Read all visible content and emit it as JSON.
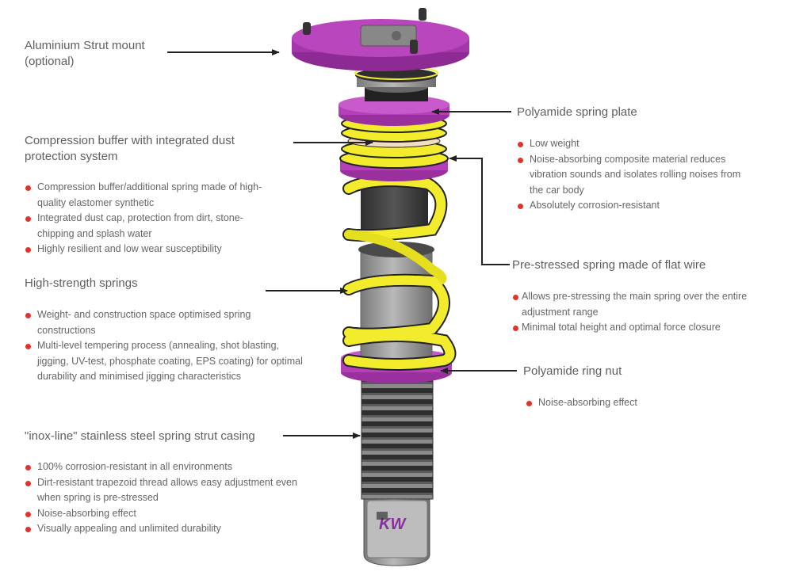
{
  "colors": {
    "bullet": "#e0332b",
    "purple": "#b43fb8",
    "yellow": "#f2ec2c",
    "text": "#5f5f5f"
  },
  "logo": {
    "text": "KW"
  },
  "callouts": {
    "strut_mount": {
      "title": "Aluminium Strut mount\n(optional)",
      "bullets": []
    },
    "compression_buffer": {
      "title": "Compression buffer with integrated dust\nprotection system",
      "bullets": [
        "Compression buffer/additional spring made of high-quality elastomer synthetic",
        "Integrated dust cap, protection from dirt, stone-chipping and splash water",
        "Highly resilient and low wear susceptibility"
      ]
    },
    "springs": {
      "title": "High-strength springs",
      "bullets": [
        "Weight- and construction space optimised spring constructions",
        "Multi-level tempering process (annealing, shot blasting, jigging, UV-test, phosphate coating, EPS coating) for optimal durability and minimised jigging characteristics"
      ]
    },
    "casing": {
      "title": "\"inox-line\" stainless steel spring strut casing",
      "bullets": [
        "100% corrosion-resistant in all environments",
        "Dirt-resistant trapezoid thread allows easy adjustment even when spring is pre-stressed",
        "Noise-absorbing effect",
        "Visually appealing and unlimited durability"
      ]
    },
    "spring_plate": {
      "title": "Polyamide spring plate",
      "bullets": [
        "Low weight",
        "Noise-absorbing composite material reduces vibration sounds and isolates rolling noises from the  car body",
        "Absolutely corrosion-resistant"
      ]
    },
    "flat_wire": {
      "title": "Pre-stressed spring made of flat wire",
      "bullets": [
        "Allows pre-stressing the main spring over the entire adjustment range",
        "Minimal total height and optimal force closure"
      ]
    },
    "ring_nut": {
      "title": "Polyamide ring nut",
      "bullets": [
        "Noise-absorbing effect"
      ]
    }
  }
}
